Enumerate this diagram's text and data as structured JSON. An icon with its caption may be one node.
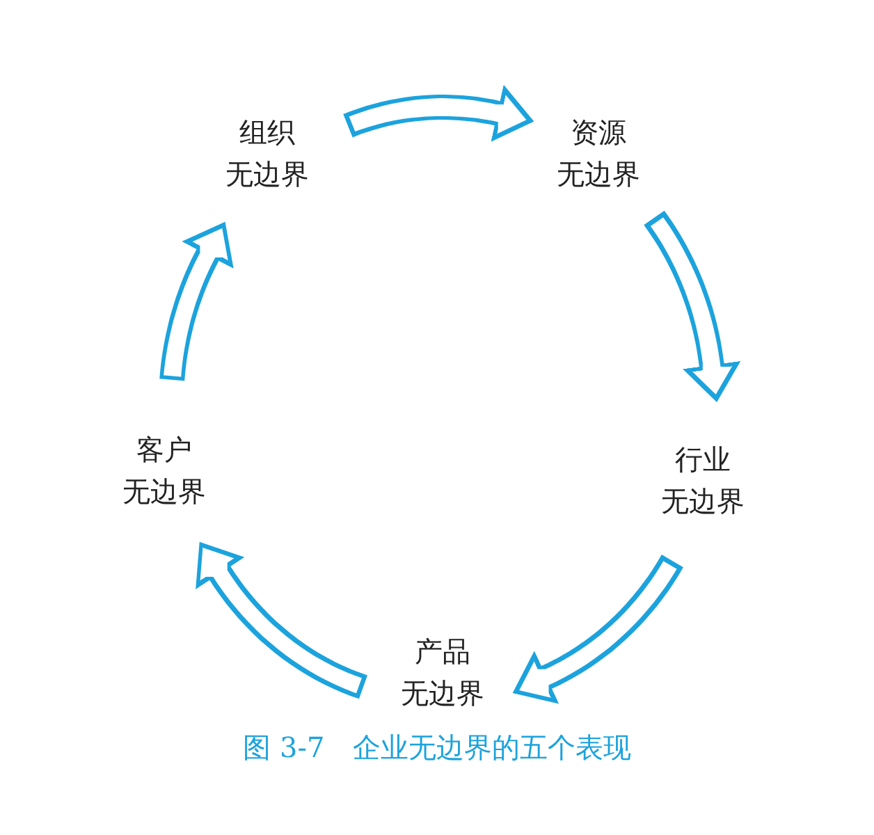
{
  "diagram": {
    "caption": "图 3-7　企业无边界的五个表现",
    "nodes": [
      {
        "text": [
          "组织",
          "无边界"
        ]
      },
      {
        "text": [
          "资源",
          "无边界"
        ]
      },
      {
        "text": [
          "行业",
          "无边界"
        ]
      },
      {
        "text": [
          "产品",
          "无边界"
        ]
      },
      {
        "text": [
          "客户",
          "无边界"
        ]
      }
    ],
    "edges": [
      {
        "from": 0,
        "to": 1,
        "arrow": "to"
      },
      {
        "from": 1,
        "to": 2,
        "arrow": "to"
      },
      {
        "from": 2,
        "to": 3,
        "arrow": "to"
      },
      {
        "from": 3,
        "to": 4,
        "arrow": "to"
      },
      {
        "from": 4,
        "to": 0,
        "arrow": "to"
      }
    ]
  }
}
